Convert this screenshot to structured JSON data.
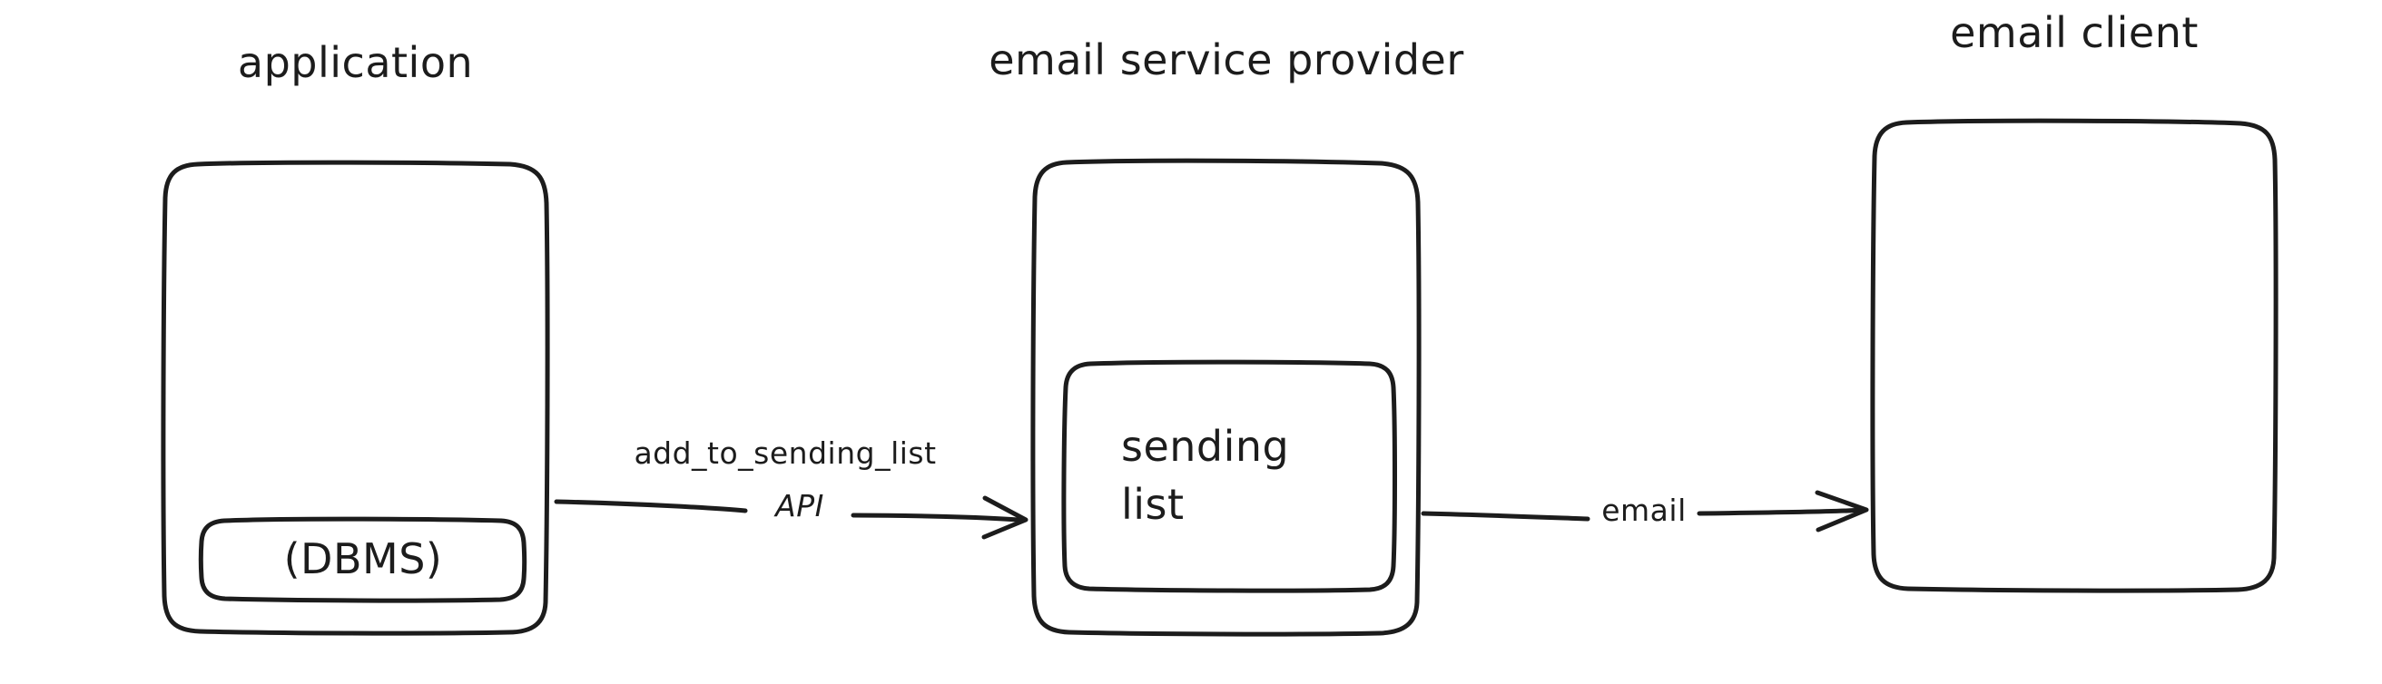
{
  "diagram": {
    "type": "flow-diagram",
    "style": "hand-drawn-sketch",
    "background_color": "#ffffff",
    "stroke_color": "#1c1c1c",
    "nodes": [
      {
        "id": "application",
        "caption": "application",
        "children": [
          {
            "id": "dbms",
            "label": "(DBMS)"
          }
        ]
      },
      {
        "id": "email-service-provider",
        "caption": "email service provider",
        "children": [
          {
            "id": "sending-list",
            "label_line_1": "sending",
            "label_line_2": "list"
          }
        ]
      },
      {
        "id": "email-client",
        "caption": "email client",
        "children": []
      }
    ],
    "edges": [
      {
        "id": "edge-application-to-esp",
        "from": "application",
        "to": "email-service-provider",
        "label_line_1": "add_to_sending_list",
        "label_line_2": "API",
        "arrowhead": "end"
      },
      {
        "id": "edge-esp-to-client",
        "from": "email-service-provider",
        "to": "email-client",
        "label_line_1": "email",
        "arrowhead": "end"
      }
    ]
  }
}
